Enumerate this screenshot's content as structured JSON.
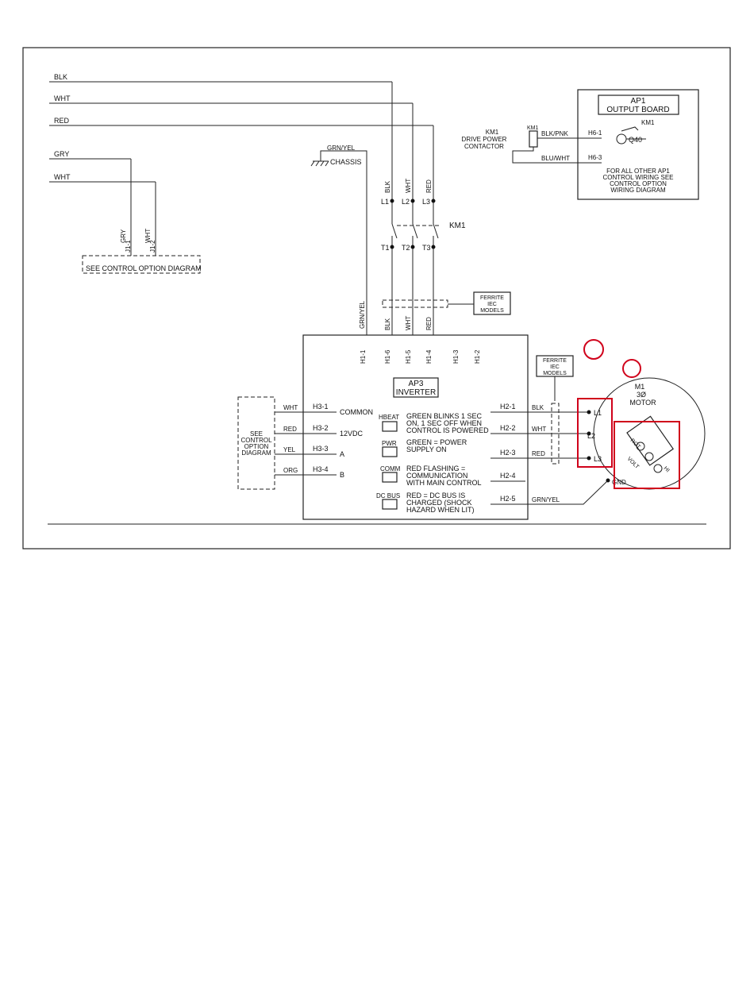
{
  "wires_left": [
    "BLK",
    "WHT",
    "RED",
    "GRY",
    "WHT"
  ],
  "see_control_top": "SEE CONTROL OPTION DIAGRAM",
  "j1_1": "J1-1",
  "j1_2": "J1-2",
  "gry": "GRY",
  "wht": "WHT",
  "grn_yel": "GRN/YEL",
  "chassis": "CHASSIS",
  "km1_col_labels": [
    "BLK",
    "WHT",
    "RED"
  ],
  "km1_top_terms": [
    "L1",
    "L2",
    "L3"
  ],
  "km1_bot_terms": [
    "T1",
    "T2",
    "T3"
  ],
  "km1_name": "KM1",
  "km1_desc": [
    "KM1",
    "DRIVE POWER",
    "CONTACTOR"
  ],
  "km1_coil": "KM1",
  "ap1": {
    "title": [
      "AP1",
      "OUTPUT BOARD"
    ],
    "h6_1": "H6-1",
    "h6_3": "H6-3",
    "blk_pnk": "BLK/PNK",
    "blu_wht": "BLU/WHT",
    "relay": "KM1",
    "q40": "Q40",
    "note": [
      "FOR ALL OTHER AP1",
      "CONTROL WIRING SEE",
      "CONTROL OPTION",
      "WIRING DIAGRAM"
    ]
  },
  "ferrite_top": [
    "FERRITE",
    "IEC",
    "MODELS"
  ],
  "ferrite_right": [
    "FERRITE",
    "IEC",
    "MODELS"
  ],
  "inv_col_wire_labels": [
    "GRN/YEL",
    "BLK",
    "WHT",
    "RED"
  ],
  "h1_terms": [
    "H1-1",
    "H1-6",
    "H1-5",
    "H1-4",
    "H1-3",
    "H1-2"
  ],
  "ap3_title": [
    "AP3",
    "INVERTER"
  ],
  "see_control_left": [
    "SEE",
    "CONTROL",
    "OPTION",
    "DIAGRAM"
  ],
  "h3": [
    {
      "wire": "WHT",
      "term": "H3-1",
      "label": "COMMON"
    },
    {
      "wire": "RED",
      "term": "H3-2",
      "label": "12VDC"
    },
    {
      "wire": "YEL",
      "term": "H3-3",
      "label": "A"
    },
    {
      "wire": "ORG",
      "term": "H3-4",
      "label": "B"
    }
  ],
  "leds": [
    {
      "name": "HBEAT",
      "desc": [
        "GREEN BLINKS 1 SEC",
        "ON, 1 SEC OFF WHEN",
        "CONTROL IS POWERED"
      ]
    },
    {
      "name": "PWR",
      "desc": [
        "GREEN = POWER",
        "SUPPLY ON"
      ]
    },
    {
      "name": "COMM",
      "desc": [
        "RED FLASHING =",
        "COMMUNICATION",
        "WITH MAIN CONTROL"
      ]
    },
    {
      "name": "DC BUS",
      "desc": [
        "RED = DC BUS IS",
        "CHARGED (SHOCK",
        "HAZARD WHEN LIT)"
      ]
    }
  ],
  "h2": [
    {
      "term": "H2-1",
      "wire": "BLK"
    },
    {
      "term": "H2-2",
      "wire": "WHT"
    },
    {
      "term": "H2-3",
      "wire": "RED"
    },
    {
      "term": "H2-4",
      "wire": ""
    },
    {
      "term": "H2-5",
      "wire": "GRN/YEL"
    }
  ],
  "motor": {
    "lines": [
      "M1",
      "3Ø",
      "MOTOR"
    ],
    "terms": [
      "L1",
      "L2",
      "L3"
    ],
    "gnd": "GND",
    "plate": [
      "ROT",
      "VOLT",
      "HI"
    ]
  }
}
